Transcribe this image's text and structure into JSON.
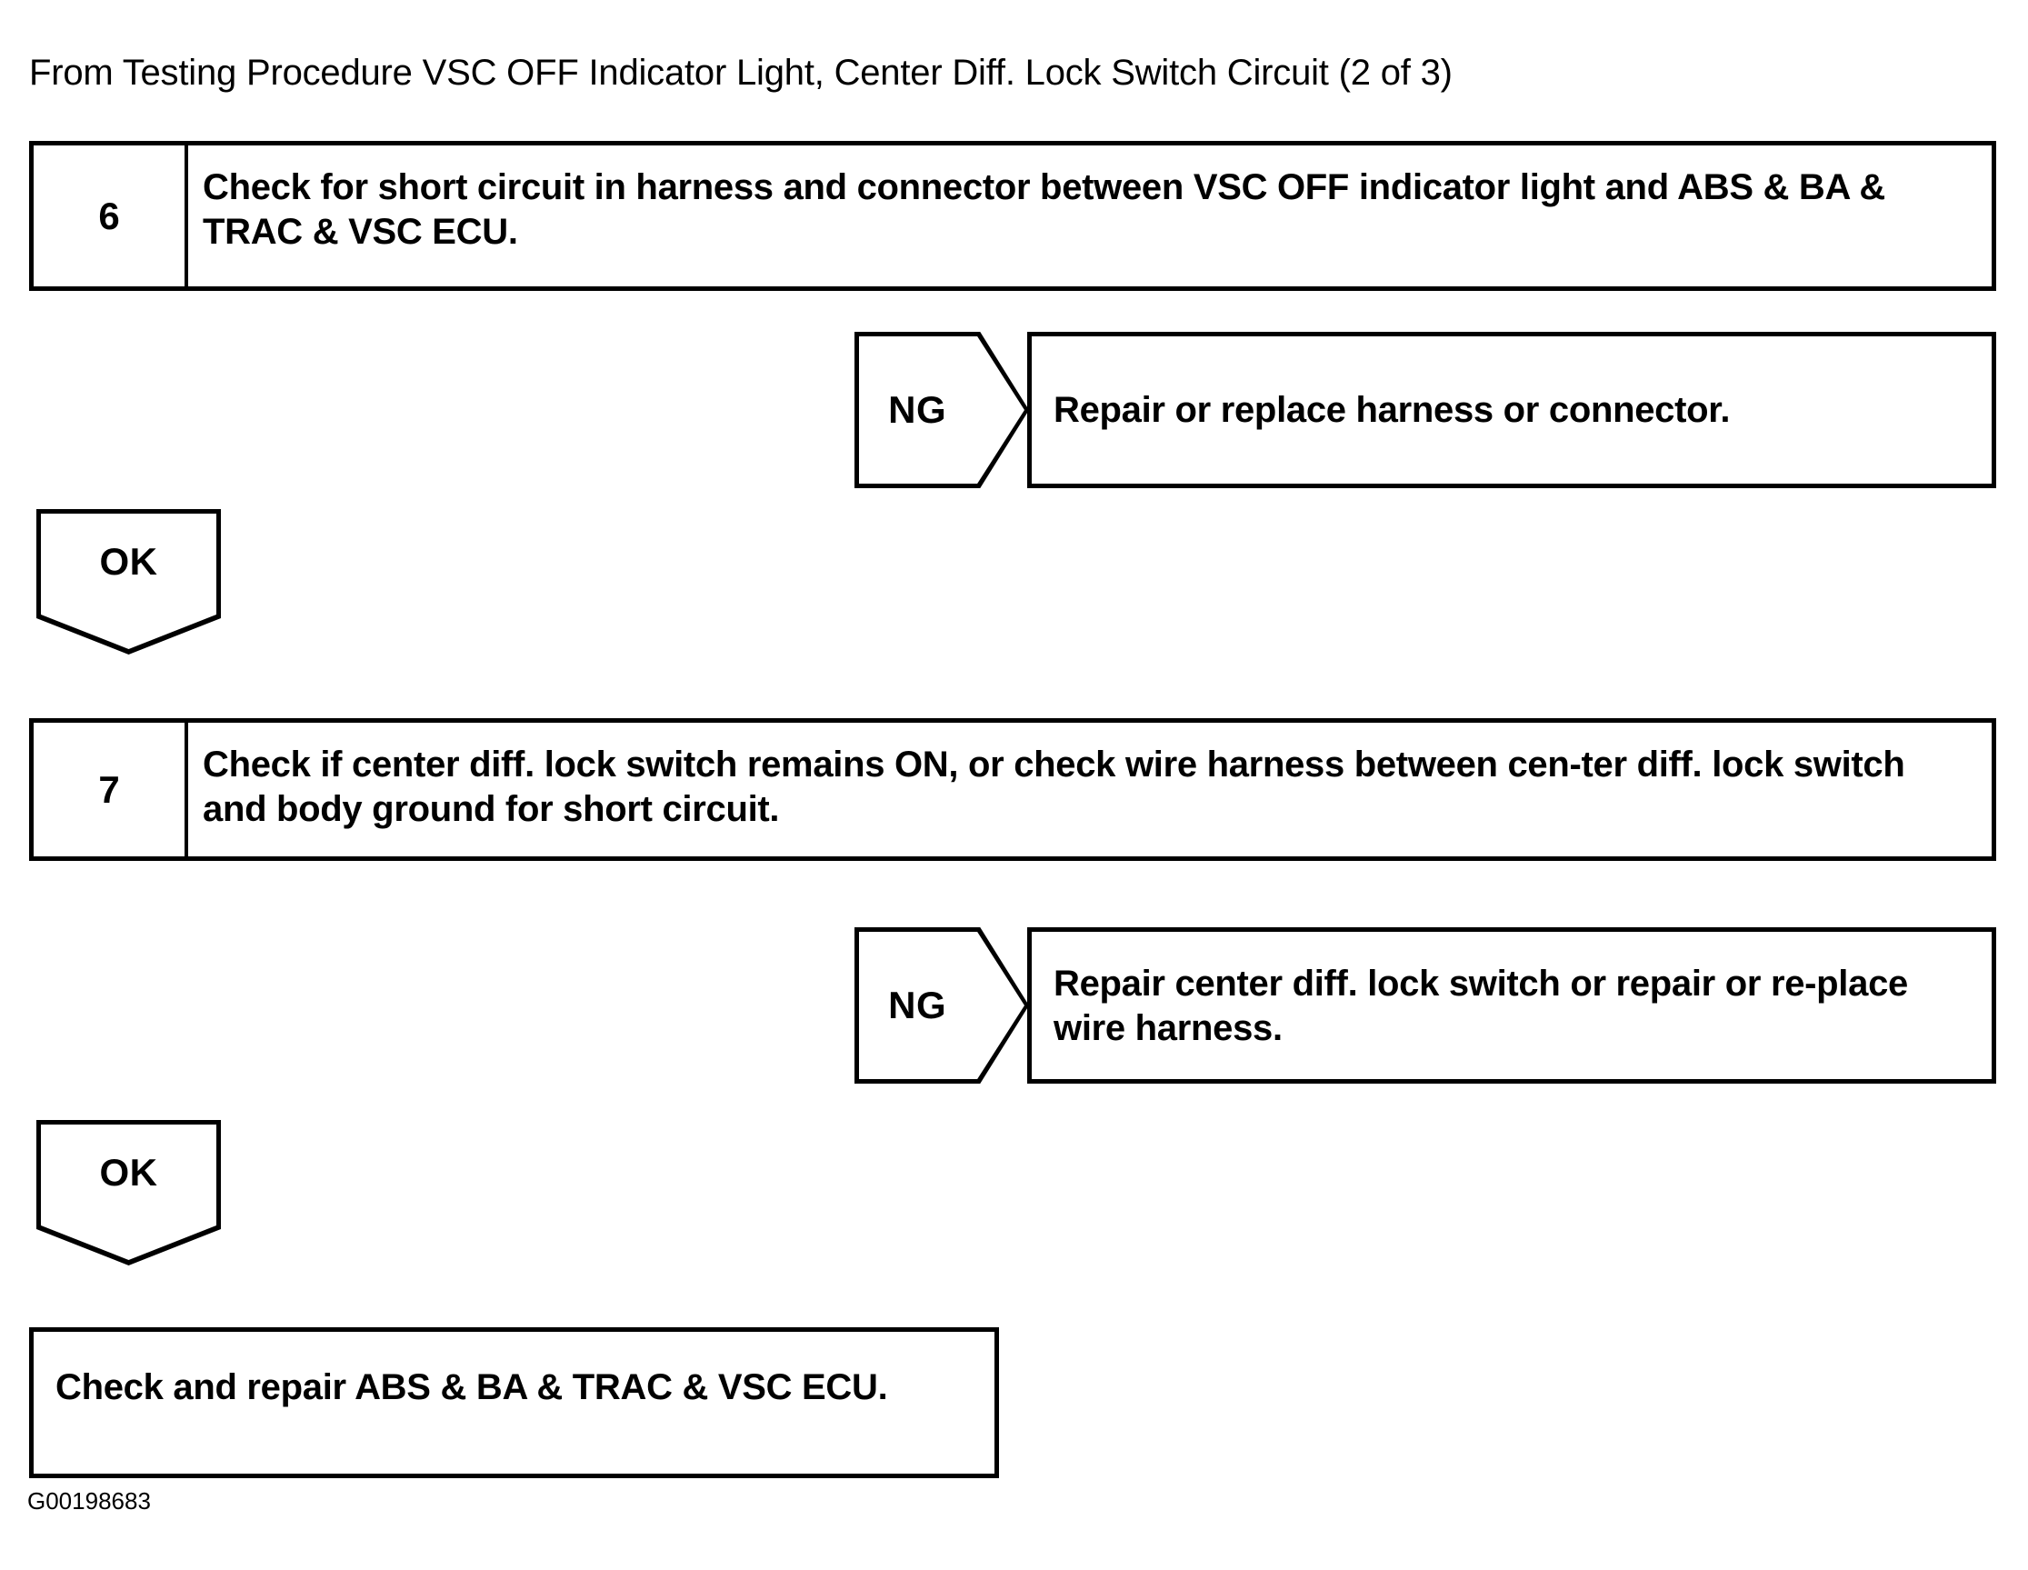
{
  "header": {
    "title": "From Testing Procedure VSC OFF Indicator Light, Center Diff. Lock Switch Circuit (2 of 3)"
  },
  "flow": {
    "step6": {
      "number": "6",
      "text": "Check for short circuit in harness and connector between VSC OFF indicator light and ABS & BA & TRAC & VSC ECU."
    },
    "ng1": {
      "label": "NG",
      "result": "Repair or replace harness or connector."
    },
    "ok1": {
      "label": "OK"
    },
    "step7": {
      "number": "7",
      "text": "Check if center diff. lock switch remains ON, or check wire harness between cen-ter diff. lock switch and body ground for short circuit."
    },
    "ng2": {
      "label": "NG",
      "result": "Repair center diff. lock switch or repair or re-place wire harness."
    },
    "ok2": {
      "label": "OK"
    },
    "final": {
      "text": "Check and repair ABS & BA & TRAC & VSC ECU."
    }
  },
  "footer": {
    "code": "G00198683"
  },
  "colors": {
    "ink": "#000000",
    "paper": "#ffffff"
  }
}
